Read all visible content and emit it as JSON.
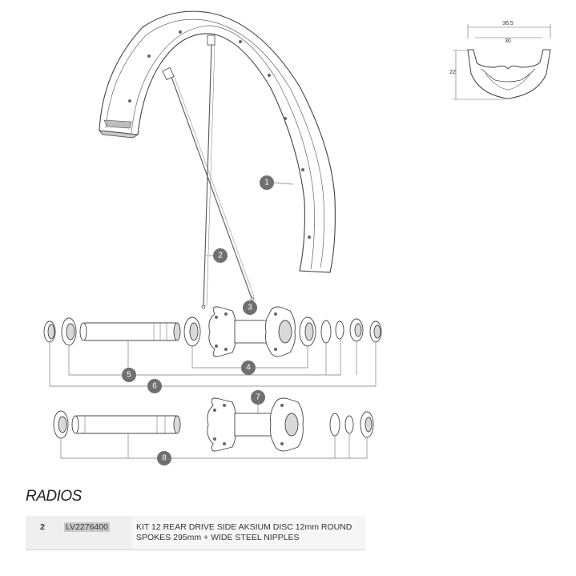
{
  "profile": {
    "outer_width": "36.5",
    "inner_width": "30",
    "height": "22"
  },
  "callouts": [
    "1",
    "2",
    "3",
    "4",
    "5",
    "6",
    "7",
    "8"
  ],
  "section_title": "RADIOS",
  "parts_table": {
    "rows": [
      {
        "num": "2",
        "ref": "LV2276400",
        "desc": "KIT 12 REAR DRIVE SIDE AKSIUM DISC 12mm ROUND SPOKES 295mm + WIDE STEEL NIPPLES"
      }
    ]
  }
}
